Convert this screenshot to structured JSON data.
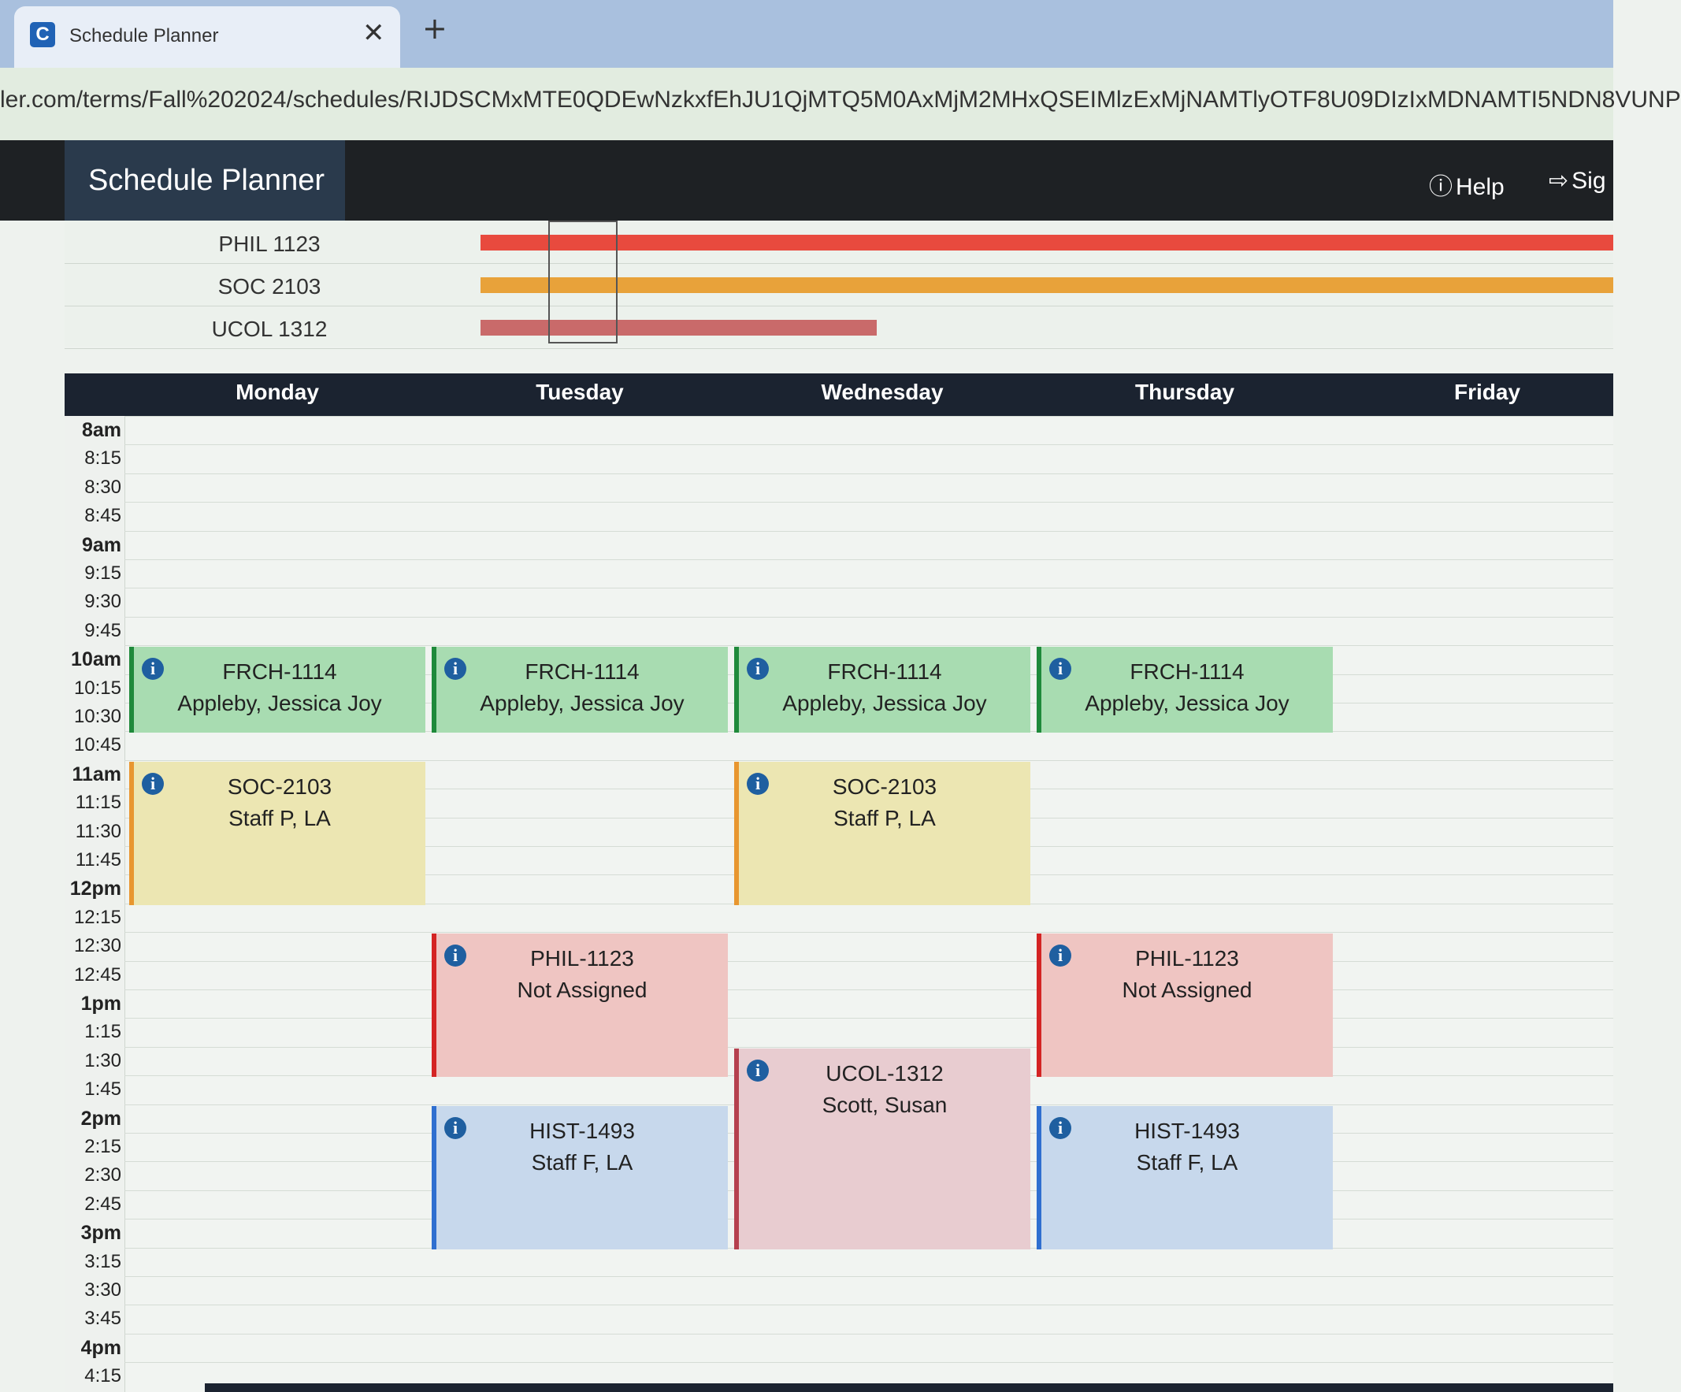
{
  "browser": {
    "tab_title": "Schedule Planner",
    "favicon_letter": "C",
    "close_glyph": "✕",
    "new_tab_glyph": "+",
    "url": "ler.com/terms/Fall%202024/schedules/RIJDSCMxMTE0QDEwNzkxfEhJU1QjMTQ5M0AxMjM2MHxQSEIMlzExMjNAMTlyOTF8U09DIzIxMDNAMTI5NDN8VUNP"
  },
  "nav": {
    "brand": "Schedule Planner",
    "help_label": "Help",
    "help_icon": "question-circle-icon",
    "signout_label": "Sig",
    "signout_icon": "sign-out-icon"
  },
  "colors": {
    "phil": "#e84a3e",
    "soc": "#e8a23a",
    "ucol": "#c96a6a",
    "frch": "#a8dcb1",
    "hist": "#c7d8ec"
  },
  "timeline": [
    {
      "label": "PHIL 1123",
      "color": "#e84a3e",
      "extent": 1.0
    },
    {
      "label": "SOC 2103",
      "color": "#e8a23a",
      "extent": 1.0
    },
    {
      "label": "UCOL 1312",
      "color": "#c96a6a",
      "extent": 0.35
    }
  ],
  "calendar": {
    "days": [
      "Monday",
      "Tuesday",
      "Wednesday",
      "Thursday",
      "Friday"
    ],
    "times": [
      "8am",
      "8:15",
      "8:30",
      "8:45",
      "9am",
      "9:15",
      "9:30",
      "9:45",
      "10am",
      "10:15",
      "10:30",
      "10:45",
      "11am",
      "11:15",
      "11:30",
      "11:45",
      "12pm",
      "12:15",
      "12:30",
      "12:45",
      "1pm",
      "1:15",
      "1:30",
      "1:45",
      "2pm",
      "2:15",
      "2:30",
      "2:45",
      "3pm",
      "3:15",
      "3:30",
      "3:45",
      "4pm",
      "4:15"
    ],
    "events": [
      {
        "day": 0,
        "start": "10am",
        "end": "10:45",
        "course": "FRCH-1114",
        "instructor": "Appleby, Jessica Joy",
        "style": "green"
      },
      {
        "day": 1,
        "start": "10am",
        "end": "10:45",
        "course": "FRCH-1114",
        "instructor": "Appleby, Jessica Joy",
        "style": "green"
      },
      {
        "day": 2,
        "start": "10am",
        "end": "10:45",
        "course": "FRCH-1114",
        "instructor": "Appleby, Jessica Joy",
        "style": "green"
      },
      {
        "day": 3,
        "start": "10am",
        "end": "10:45",
        "course": "FRCH-1114",
        "instructor": "Appleby, Jessica Joy",
        "style": "green"
      },
      {
        "day": 0,
        "start": "11am",
        "end": "12:15",
        "course": "SOC-2103",
        "instructor": "Staff P, LA",
        "style": "yellow"
      },
      {
        "day": 2,
        "start": "11am",
        "end": "12:15",
        "course": "SOC-2103",
        "instructor": "Staff P, LA",
        "style": "yellow"
      },
      {
        "day": 1,
        "start": "12:30",
        "end": "1:45",
        "course": "PHIL-1123",
        "instructor": "Not Assigned",
        "style": "red"
      },
      {
        "day": 3,
        "start": "12:30",
        "end": "1:45",
        "course": "PHIL-1123",
        "instructor": "Not Assigned",
        "style": "red"
      },
      {
        "day": 2,
        "start": "1:30",
        "end": "3:15",
        "course": "UCOL-1312",
        "instructor": "Scott, Susan",
        "style": "mauve"
      },
      {
        "day": 1,
        "start": "2pm",
        "end": "3:15",
        "course": "HIST-1493",
        "instructor": "Staff F, LA",
        "style": "blue"
      },
      {
        "day": 3,
        "start": "2pm",
        "end": "3:15",
        "course": "HIST-1493",
        "instructor": "Staff F, LA",
        "style": "blue"
      }
    ]
  }
}
